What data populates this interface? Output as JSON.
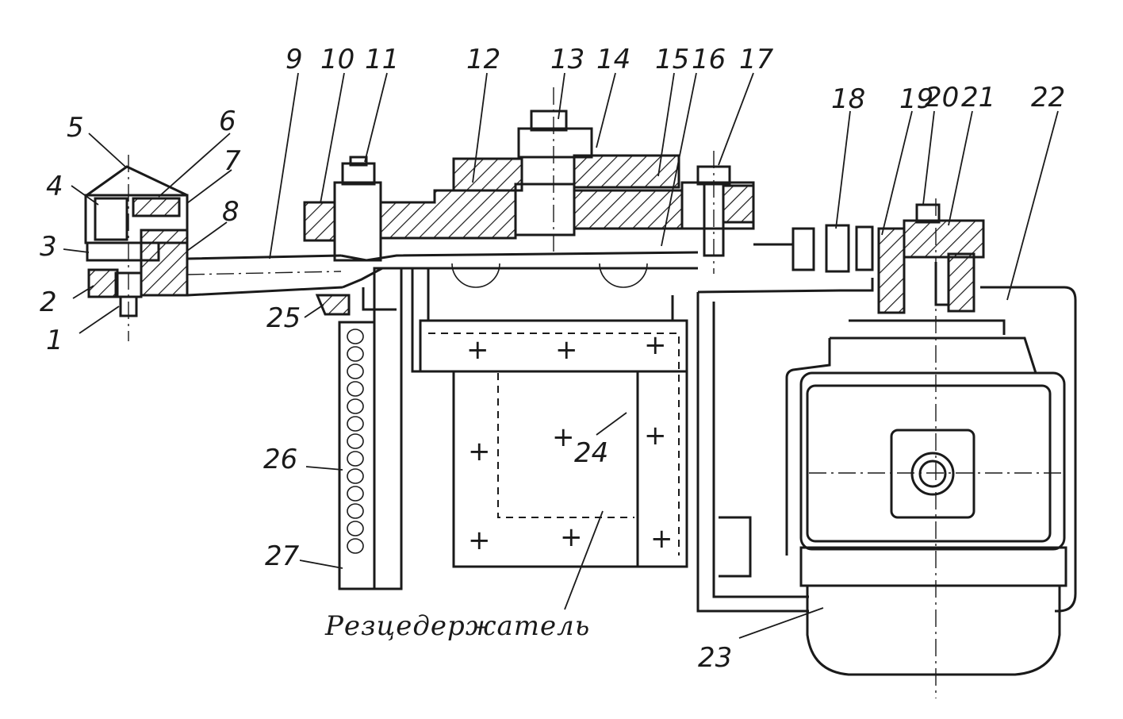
{
  "labels": {
    "l1": "1",
    "l2": "2",
    "l3": "3",
    "l4": "4",
    "l5": "5",
    "l6": "6",
    "l7": "7",
    "l8": "8",
    "l9": "9",
    "l10": "10",
    "l11": "11",
    "l12": "12",
    "l13": "13",
    "l14": "14",
    "l15": "15",
    "l16": "16",
    "l17": "17",
    "l18": "18",
    "l19": "19",
    "l20": "20",
    "l21": "21",
    "l22": "22",
    "l23": "23",
    "l24": "24",
    "l25": "25",
    "l26": "26",
    "l27": "27"
  },
  "caption": "Резцедержатель"
}
